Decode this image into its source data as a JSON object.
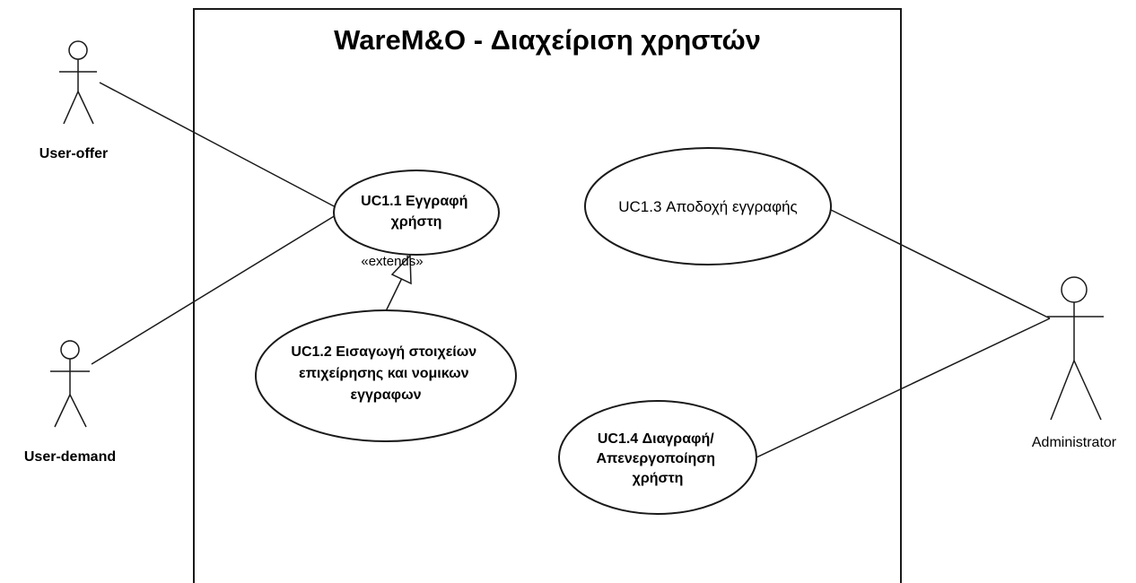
{
  "system": {
    "title": "WareM&O - Διαχείριση χρηστών"
  },
  "actors": {
    "user_offer": "User-offer",
    "user_demand": "User-demand",
    "administrator": "Administrator"
  },
  "use_cases": {
    "uc1_1": [
      "UC1.1 Εγγραφή",
      "χρήστη"
    ],
    "uc1_2": [
      "UC1.2 Εισαγωγή στοιχείων",
      "επιχείρησης και νομικων",
      "εγγραφων"
    ],
    "uc1_3": [
      "UC1.3 Αποδοχή εγγραφής"
    ],
    "uc1_4": [
      "UC1.4 Διαγραφή/",
      "Απενεργοποίηση",
      "χρήστη"
    ]
  },
  "relations": {
    "extends_label": "«extends»"
  }
}
